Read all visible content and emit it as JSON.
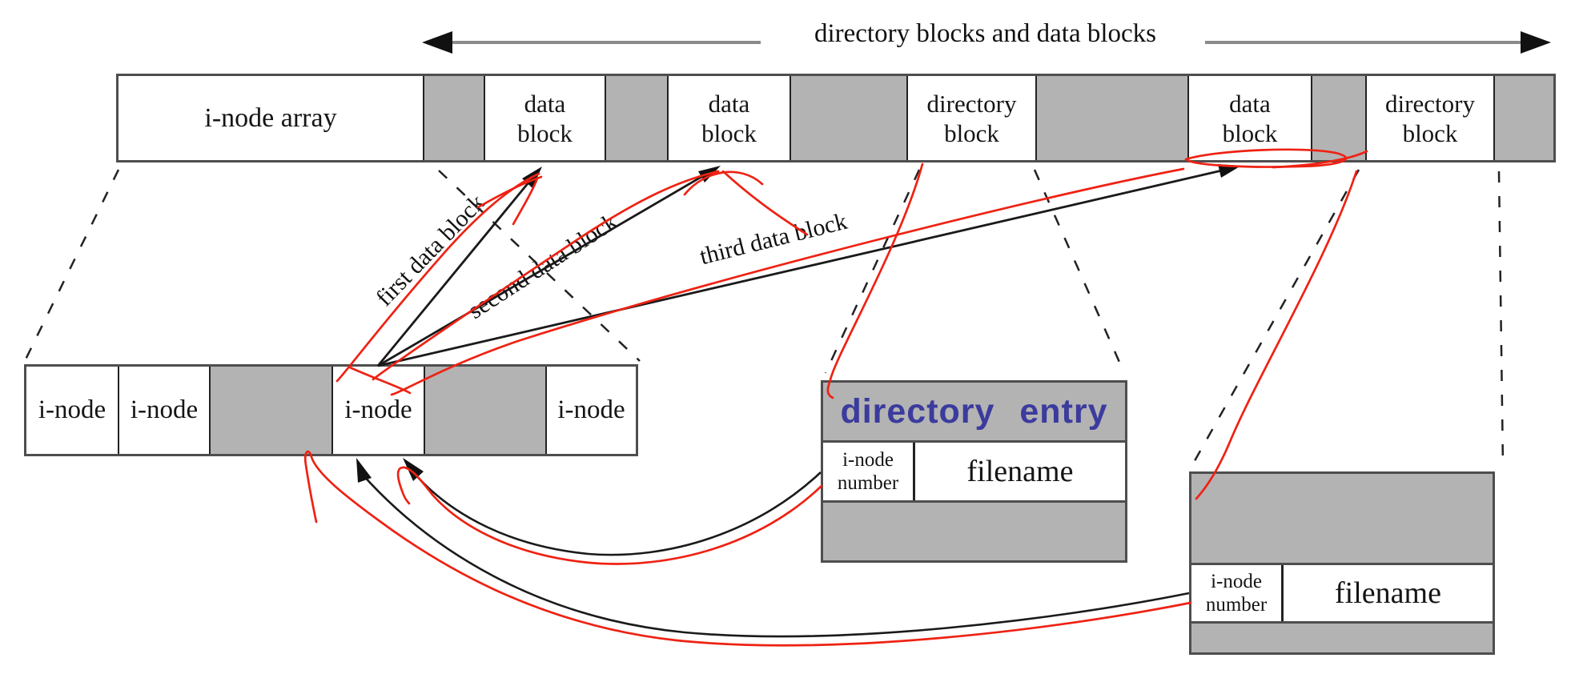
{
  "colors": {
    "gray": "#b3b3b3",
    "red": "#ee2213",
    "blue": "#3b3b9e",
    "ink": "#1a1a1a"
  },
  "top_arrow": {
    "label": "directory blocks and data blocks"
  },
  "disk_bar": {
    "segments": [
      {
        "type": "white",
        "line1": "i-node array",
        "line2": ""
      },
      {
        "type": "gray",
        "line1": "",
        "line2": ""
      },
      {
        "type": "white",
        "line1": "data",
        "line2": "block"
      },
      {
        "type": "gray",
        "line1": "",
        "line2": ""
      },
      {
        "type": "white",
        "line1": "data",
        "line2": "block"
      },
      {
        "type": "gray",
        "line1": "",
        "line2": ""
      },
      {
        "type": "white",
        "line1": "directory",
        "line2": "block"
      },
      {
        "type": "gray",
        "line1": "",
        "line2": ""
      },
      {
        "type": "white",
        "line1": "data",
        "line2": "block"
      },
      {
        "type": "gray",
        "line1": "",
        "line2": ""
      },
      {
        "type": "white",
        "line1": "directory",
        "line2": "block"
      },
      {
        "type": "gray",
        "line1": "",
        "line2": ""
      }
    ]
  },
  "inode_bar": {
    "cells": [
      {
        "type": "white",
        "label": "i-node"
      },
      {
        "type": "white",
        "label": "i-node"
      },
      {
        "type": "gray",
        "label": ""
      },
      {
        "type": "white",
        "label": "i-node"
      },
      {
        "type": "gray",
        "label": ""
      },
      {
        "type": "white",
        "label": "i-node"
      }
    ]
  },
  "arrow_labels": {
    "first": "first data block",
    "second": "second data block",
    "third": "third data block"
  },
  "entry_box_1": {
    "title": "directory  entry",
    "inode_line1": "i-node",
    "inode_line2": "number",
    "filename": "filename"
  },
  "entry_box_2": {
    "inode_line1": "i-node",
    "inode_line2": "number",
    "filename": "filename"
  }
}
